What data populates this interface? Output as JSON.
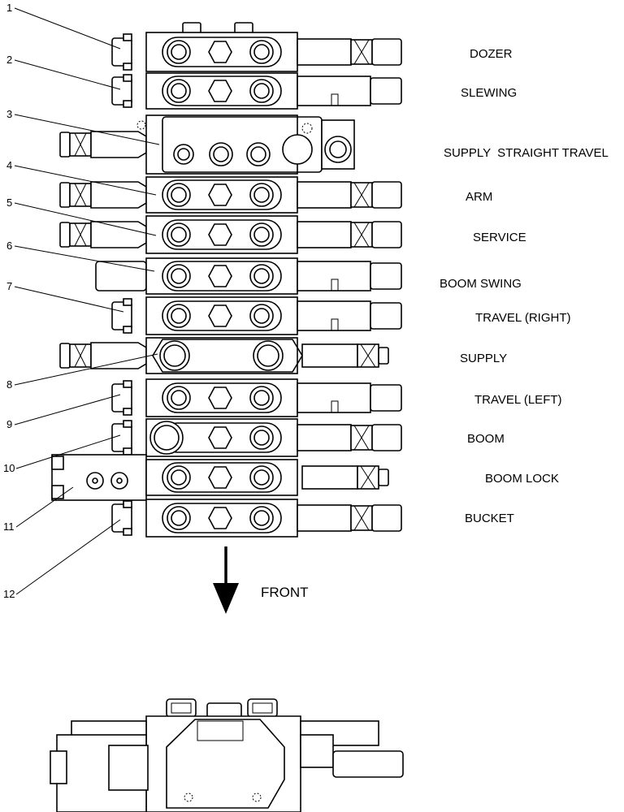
{
  "sections": [
    {
      "number": "1",
      "label": "DOZER"
    },
    {
      "number": "2",
      "label": "SLEWING"
    },
    {
      "number": "3",
      "label": "SUPPLY  STRAIGHT TRAVEL"
    },
    {
      "number": "4",
      "label": "ARM"
    },
    {
      "number": "5",
      "label": "SERVICE"
    },
    {
      "number": "6",
      "label": "BOOM SWING"
    },
    {
      "number": "7",
      "label": "TRAVEL (RIGHT)"
    },
    {
      "number": "8",
      "label": "SUPPLY"
    },
    {
      "number": "9",
      "label": "TRAVEL (LEFT)"
    },
    {
      "number": "10",
      "label": "BOOM"
    },
    {
      "number": "11",
      "label": "BOOM LOCK"
    },
    {
      "number": "12",
      "label": "BUCKET"
    }
  ],
  "direction_label": "FRONT"
}
